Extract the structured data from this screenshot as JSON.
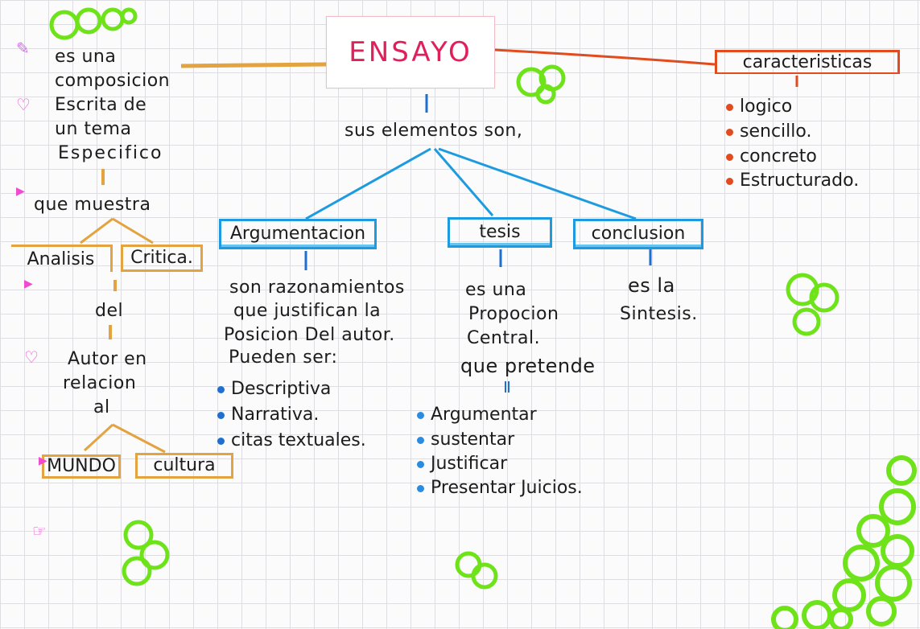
{
  "title": "ENSAYO",
  "definition": [
    "es una",
    "composicion",
    "Escrita de",
    "un tema",
    "Especifico"
  ],
  "que_muestra": "que muestra",
  "analisis": "Analisis",
  "critica": "Critica.",
  "del": "del",
  "autor": [
    "Autor en",
    "relacion",
    "al"
  ],
  "mundo": "MUNDO",
  "cultura": "cultura",
  "elementos_label": "sus elementos son,",
  "argumentacion": {
    "title": "Argumentacion",
    "text": [
      "son razonamientos",
      "que justifican la",
      "Posicion Del autor.",
      "Pueden ser:"
    ],
    "items": [
      "Descriptiva",
      "Narrativa.",
      "citas textuales."
    ]
  },
  "tesis": {
    "title": "tesis",
    "text": [
      "es una",
      "Propocion",
      "Central.",
      "que pretende"
    ],
    "items": [
      "Argumentar",
      "sustentar",
      "Justificar",
      "Presentar Juicios."
    ]
  },
  "conclusion": {
    "title": "conclusion",
    "text": [
      "es la",
      "Sintesis."
    ]
  },
  "caracteristicas": {
    "title": "caracteristicas",
    "items": [
      "logico",
      "sencillo.",
      "concreto",
      "Estructurado."
    ]
  },
  "colors": {
    "title": "#e0205a",
    "blue": "#1e9be0",
    "orange": "#e2a340",
    "red": "#e14b1e",
    "green": "#6ee31a",
    "magenta": "#f04ad2"
  }
}
